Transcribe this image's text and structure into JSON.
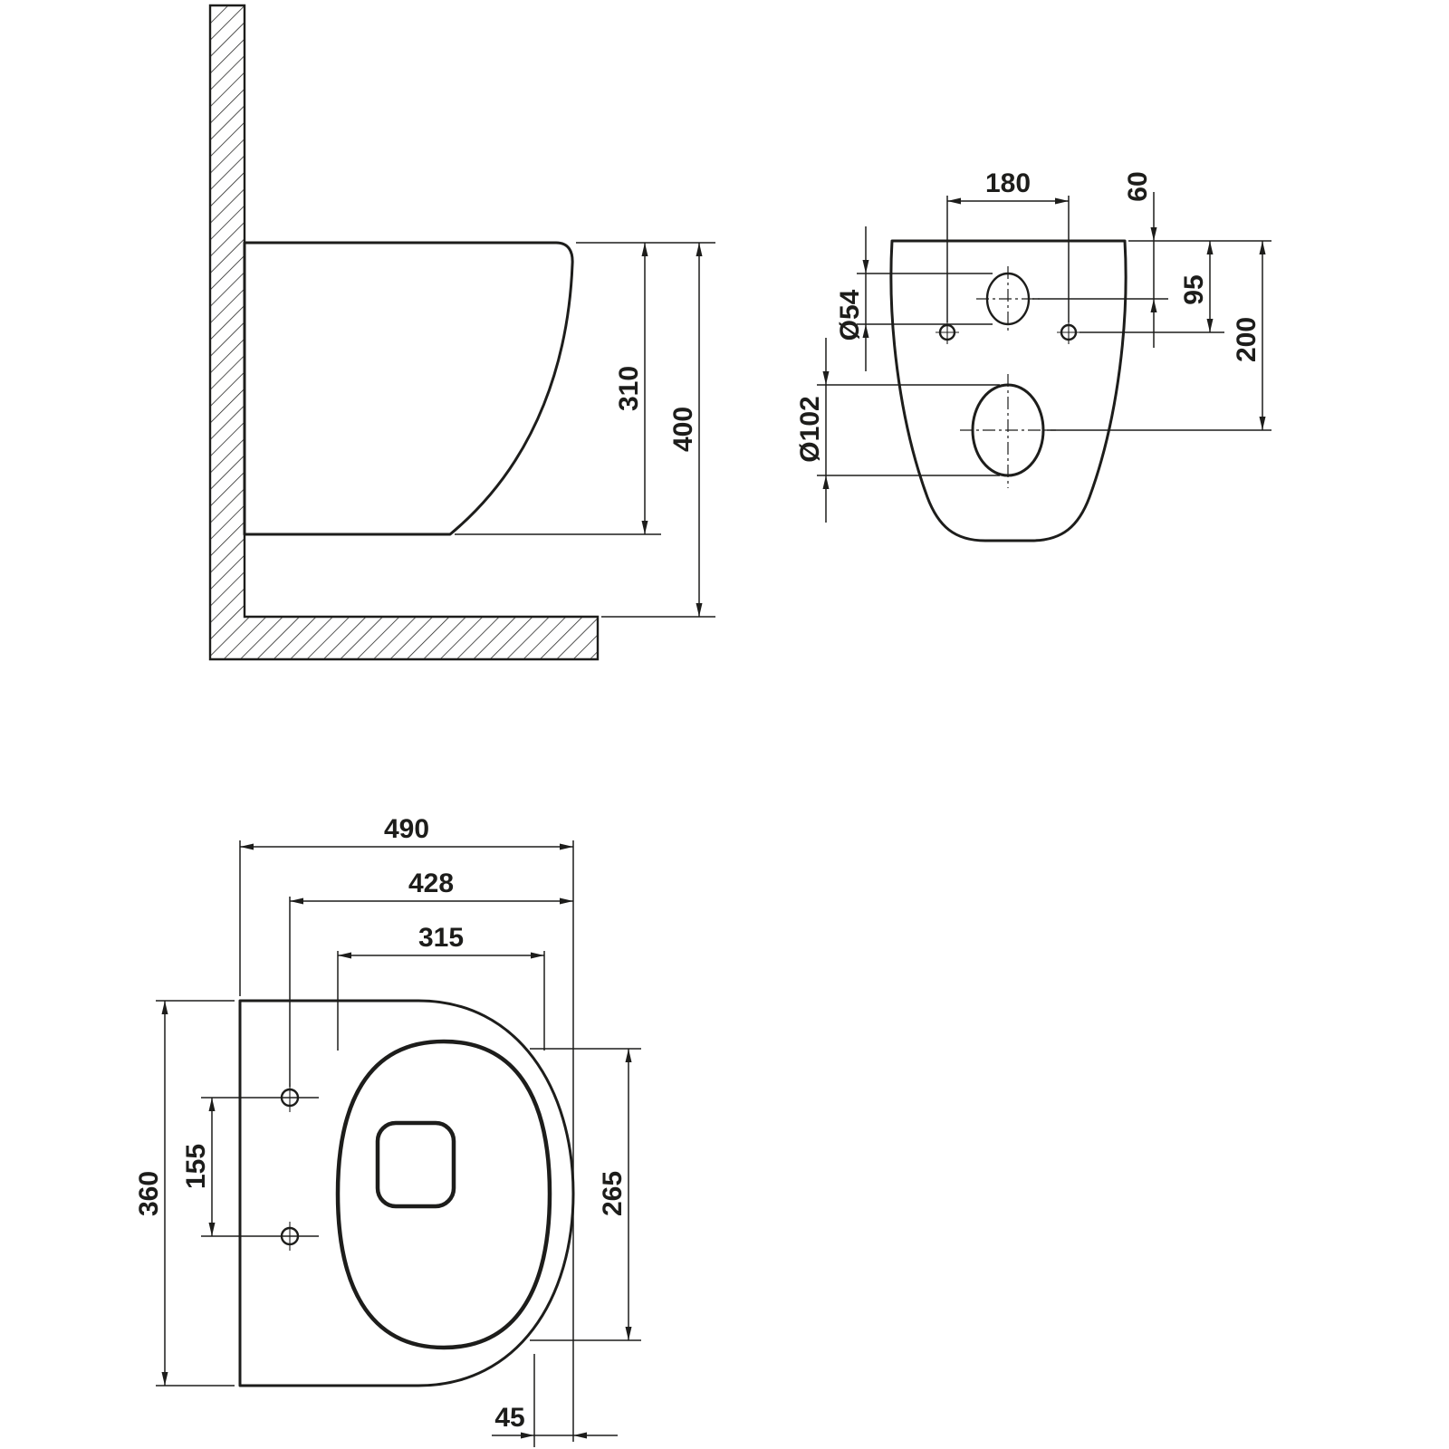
{
  "drawing": {
    "ink_color": "#1d1d1b",
    "side_view": {
      "bowl_height": "310",
      "total_height": "400"
    },
    "rear_view": {
      "bolt_hole_spacing": "180",
      "inlet_top_offset": "60",
      "bolt_top_offset": "95",
      "drain_top_offset": "200",
      "inlet_diameter": "Ø54",
      "drain_diameter": "Ø102"
    },
    "plan_view": {
      "total_depth": "490",
      "bolt_to_front": "428",
      "bowl_inner_length": "315",
      "total_width": "360",
      "bolt_hole_spacing": "155",
      "bowl_inner_width": "265",
      "front_offset": "45"
    }
  }
}
